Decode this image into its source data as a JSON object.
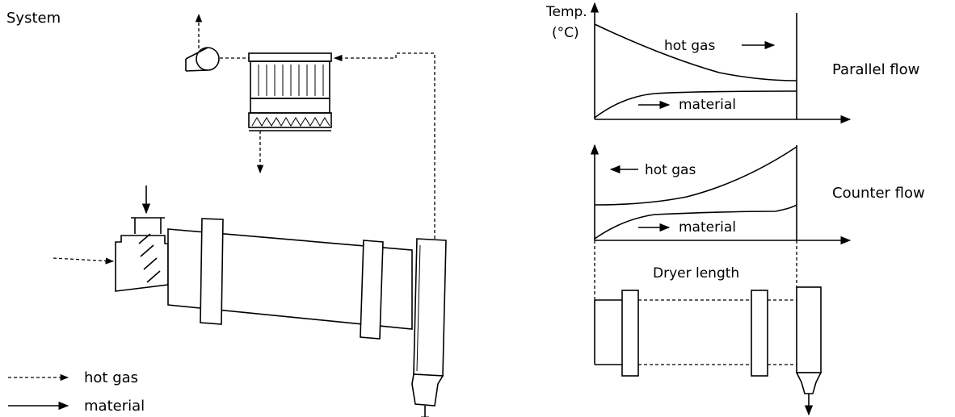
{
  "labels": {
    "system": "System",
    "legend_hot_gas": "hot gas",
    "legend_material": "material",
    "temp_axis_line1": "Temp.",
    "temp_axis_line2": "(°C)",
    "parallel_flow": "Parallel flow",
    "counter_flow": "Counter flow",
    "parallel_hot_gas": "hot gas",
    "parallel_material": "material",
    "counter_hot_gas": "hot gas",
    "counter_material": "material",
    "dryer_length": "Dryer length"
  }
}
